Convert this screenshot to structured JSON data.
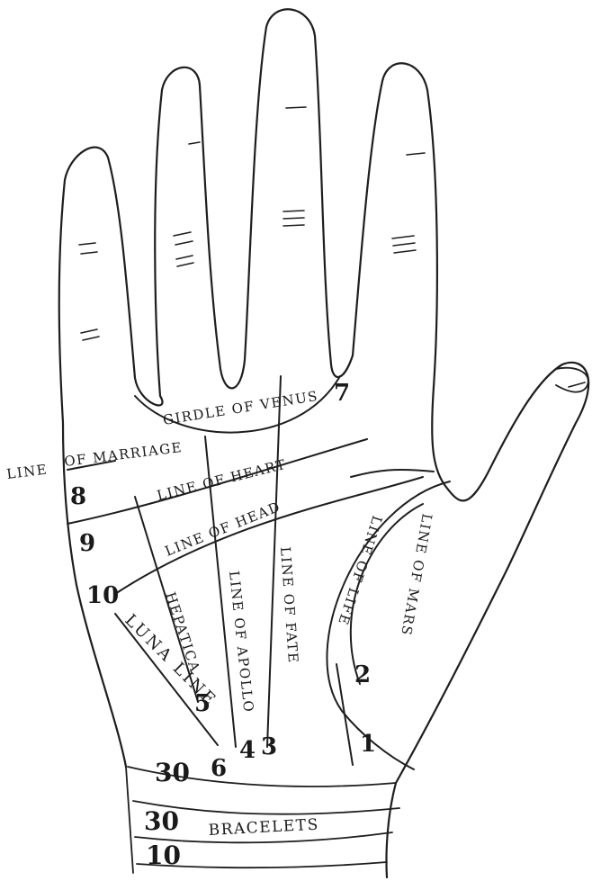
{
  "figure": {
    "line_labels": {
      "girdle_of_venus": "GIRDLE OF VENUS",
      "line_of_marriage_prefix": "LINE",
      "line_of_marriage_rest": "OF MARRIAGE",
      "line_of_heart": "LINE OF HEART",
      "line_of_head": "LINE OF HEAD",
      "hepatica": "HEPATICA",
      "line_of_apollo": "LINE OF APOLLO",
      "line_of_fate": "LINE OF FATE",
      "line_of_life": "LINE OF LIFE",
      "line_of_mars": "LINE OF MARS",
      "luna_line": "LUNA LINE",
      "bracelets": "BRACELETS"
    },
    "numbers": {
      "n7": "7",
      "n8": "8",
      "n9": "9",
      "n10_palm": "10",
      "n2": "2",
      "n1": "1",
      "n5": "5",
      "n6": "6",
      "n4": "4",
      "n3": "3",
      "n30_upper": "30",
      "n30_lower": "30",
      "n10_wrist": "10"
    }
  }
}
